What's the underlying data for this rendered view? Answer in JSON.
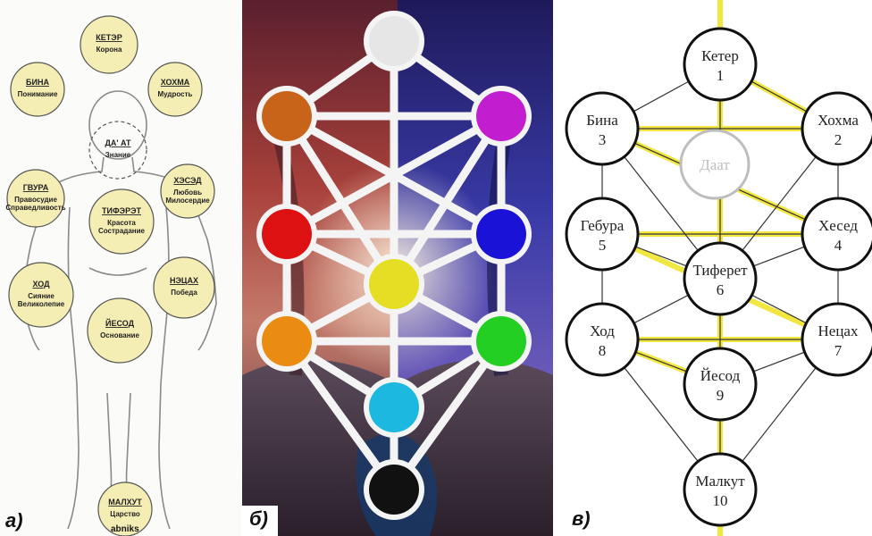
{
  "panel_a": {
    "caption": "а)",
    "watermark": "abniks",
    "sefirot": [
      {
        "title": "КЕТЭР",
        "lines": [
          "Корона"
        ]
      },
      {
        "title": "БИНА",
        "lines": [
          "Понимание"
        ]
      },
      {
        "title": "ХОХМА",
        "lines": [
          "Мудрость"
        ]
      },
      {
        "title": "ДА' АТ",
        "lines": [
          "Знание"
        ]
      },
      {
        "title": "ГВУРА",
        "lines": [
          "Правосудие",
          "Справедливость"
        ]
      },
      {
        "title": "ХЭСЭД",
        "lines": [
          "Любовь",
          "Милосердие"
        ]
      },
      {
        "title": "ТИФЭРЭТ",
        "lines": [
          "Красота",
          "Сострадание"
        ]
      },
      {
        "title": "ХОД",
        "lines": [
          "Сияние",
          "Великолепие"
        ]
      },
      {
        "title": "НЭЦАХ",
        "lines": [
          "Победа"
        ]
      },
      {
        "title": "ЙЕСОД",
        "lines": [
          "Основание"
        ]
      },
      {
        "title": "МАЛХУТ",
        "lines": [
          "Царство"
        ]
      }
    ]
  },
  "panel_b": {
    "caption": "б)",
    "colors": [
      "#e6e6e6",
      "#c8631a",
      "#c21ecf",
      "#dd1111",
      "#1a12d6",
      "#e6de25",
      "#ea8c12",
      "#22cf22",
      "#1cb8e0",
      "#111111"
    ]
  },
  "panel_c": {
    "caption": "в)",
    "sefirot": [
      {
        "name": "Кетер",
        "num": "1"
      },
      {
        "name": "Хохма",
        "num": "2"
      },
      {
        "name": "Бина",
        "num": "3"
      },
      {
        "name": "Хесед",
        "num": "4"
      },
      {
        "name": "Гебура",
        "num": "5"
      },
      {
        "name": "Тиферет",
        "num": "6"
      },
      {
        "name": "Нецах",
        "num": "7"
      },
      {
        "name": "Ход",
        "num": "8"
      },
      {
        "name": "Йесод",
        "num": "9"
      },
      {
        "name": "Малкут",
        "num": "10"
      }
    ],
    "daat": "Даат",
    "accent": "#f2e640"
  }
}
